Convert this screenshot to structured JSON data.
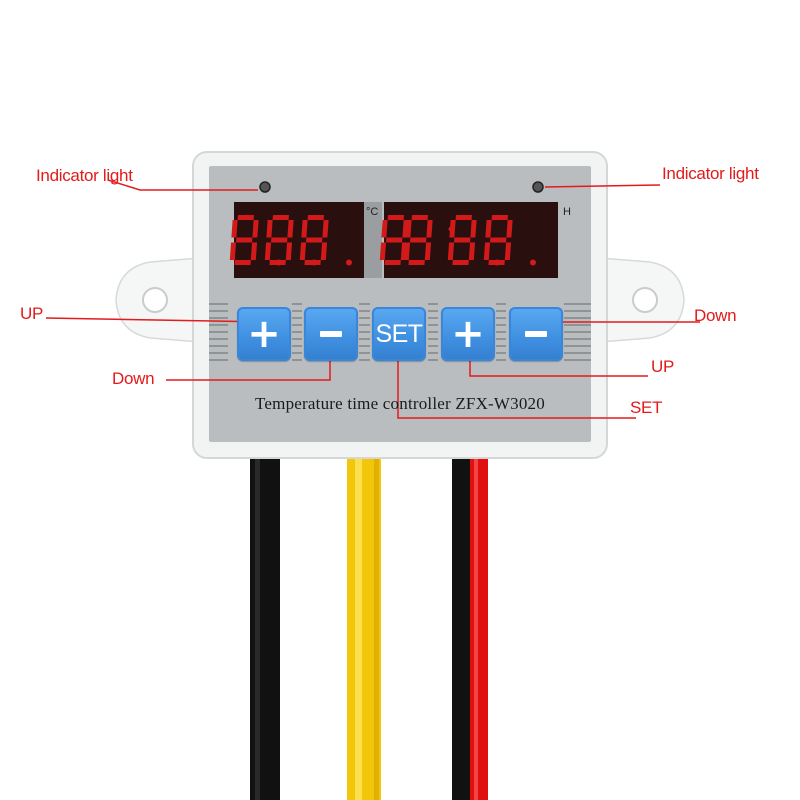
{
  "device": {
    "model_text": "Temperature time controller ZFX-W3020",
    "temp_unit": "°C",
    "time_unit": "H",
    "left_display": "8.8.8.",
    "right_display": "88:8.8."
  },
  "buttons": [
    {
      "id": "left-up",
      "symbol": "+"
    },
    {
      "id": "left-down",
      "symbol": "−"
    },
    {
      "id": "set",
      "symbol": "SET"
    },
    {
      "id": "right-up",
      "symbol": "+"
    },
    {
      "id": "right-down",
      "symbol": "−"
    }
  ],
  "callouts": {
    "indicator_left": "Indicator light",
    "indicator_right": "Indicator light",
    "up_left": "UP",
    "down_left": "Down",
    "down_right": "Down",
    "up_right": "UP",
    "set": "SET"
  },
  "colors": {
    "callout": "#e21b1b",
    "panel": "#b9bdc0",
    "housing": "#f2f4f4",
    "display_bg": "#2a0f0f",
    "segment": "#d21a1a",
    "key": "#4a9ae8",
    "wire_black": "#111111",
    "wire_yellow": "#f2c60a",
    "wire_red": "#e01010"
  },
  "icons": {
    "indicator": "indicator-light-icon",
    "plus": "plus-icon",
    "minus": "minus-icon"
  }
}
